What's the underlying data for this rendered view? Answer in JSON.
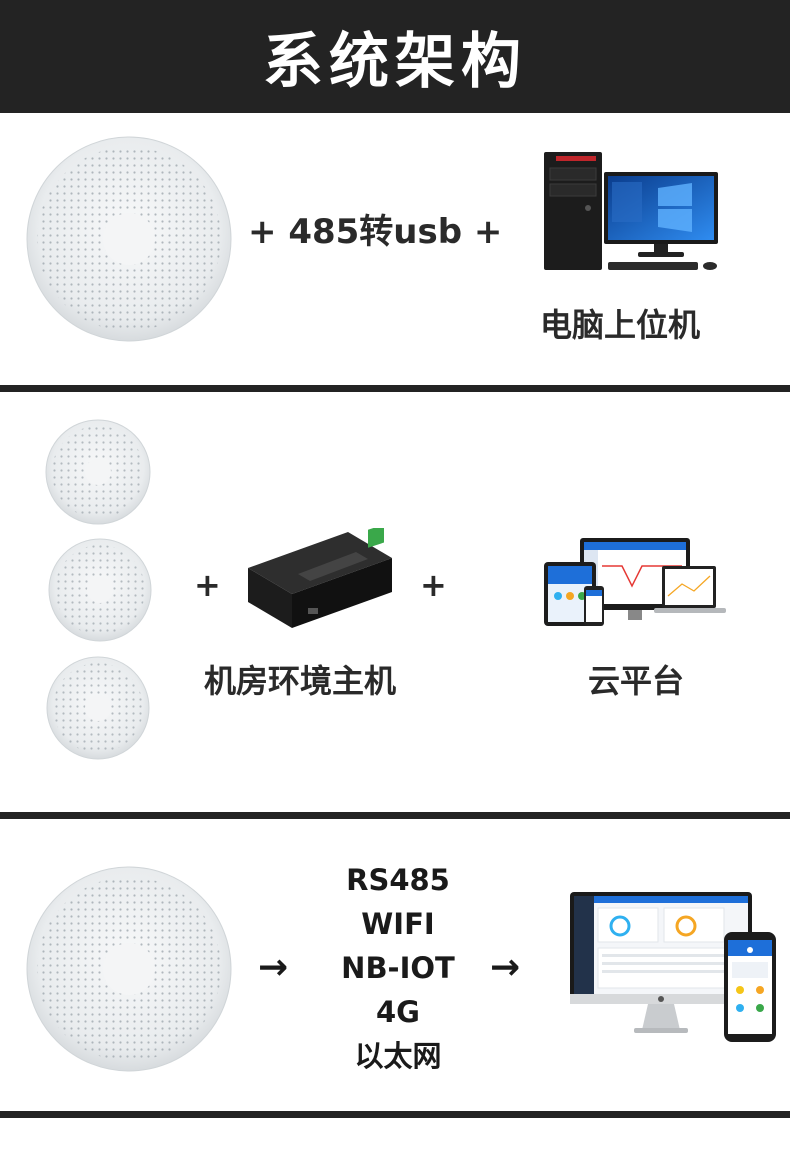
{
  "header": {
    "title": "系统架构"
  },
  "section1": {
    "connector": "+ 485转usb +",
    "pc_label": "电脑上位机"
  },
  "section2": {
    "plus": "+",
    "host_label": "机房环境主机",
    "cloud_label": "云平台"
  },
  "section3": {
    "arrow": "→",
    "protocols": [
      "RS485",
      "WIFI",
      "NB-IOT",
      "4G",
      "以太网"
    ]
  },
  "colors": {
    "header_bg": "#232323",
    "header_text": "#ffffff",
    "divider": "#232323",
    "sensor_body": "#eceff1",
    "screen_blue": "#1e6fd9"
  },
  "icons": [
    "sensor-icon",
    "desktop-pc-icon",
    "gateway-device-icon",
    "multi-screen-icon",
    "monitor-phone-icon"
  ]
}
